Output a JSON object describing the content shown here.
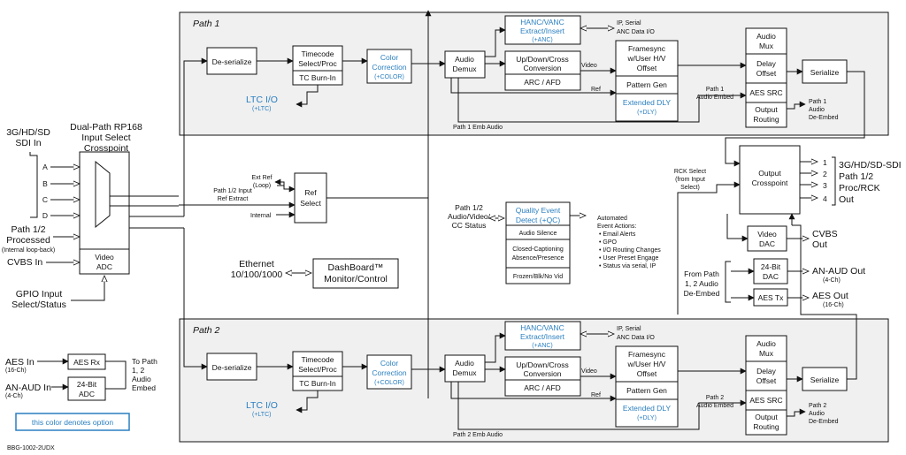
{
  "paths": {
    "path1_title": "Path 1",
    "path2_title": "Path 2",
    "path1_emb_audio": "Path 1 Emb Audio",
    "path2_emb_audio": "Path 2 Emb Audio"
  },
  "blocks": {
    "deserialize": "De-serialize",
    "timecode_l1": "Timecode",
    "timecode_l2": "Select/Proc",
    "tc_burnin": "TC Burn-In",
    "color_l1": "Color",
    "color_l2": "Correction",
    "color_opt": "(+COLOR)",
    "ltc_io": "LTC  I/O",
    "ltc_opt": "(+LTC)",
    "audio_demux_l1": "Audio",
    "audio_demux_l2": "Demux",
    "hanc_l1": "HANC/VANC",
    "hanc_l2": "Extract/Insert",
    "hanc_opt": "(+ANC)",
    "ip_serial_l1": "IP, Serial",
    "ip_serial_l2": "ANC Data I/O",
    "updown_l1": "Up/Down/Cross",
    "updown_l2": "Conversion",
    "arc_afd": "ARC / AFD",
    "video_lbl": "Video",
    "ref_lbl": "Ref",
    "framesync_l1": "Framesync",
    "framesync_l2": "w/User H/V",
    "framesync_l3": "Offset",
    "pattern_gen": "Pattern Gen",
    "ext_dly_l1": "Extended DLY",
    "ext_dly_l2": "(+DLY)",
    "audio_mux_l1": "Audio",
    "audio_mux_l2": "Mux",
    "delay_l1": "Delay",
    "delay_l2": "Offset",
    "aes_src": "AES SRC",
    "output_routing_l1": "Output",
    "output_routing_l2": "Routing",
    "serialize": "Serialize",
    "p1_audio_embed_l1": "Path 1",
    "p1_audio_embed_l2": "Audio Embed",
    "p2_audio_embed_l1": "Path 2",
    "p2_audio_embed_l2": "Audio Embed",
    "p1_deembed_l1": "Path 1",
    "p1_deembed_l2": "Audio",
    "p1_deembed_l3": "De-Embed",
    "p2_deembed_l1": "Path 2",
    "p2_deembed_l2": "Audio",
    "p2_deembed_l3": "De-Embed"
  },
  "input": {
    "sdi_in_l1": "3G/HD/SD",
    "sdi_in_l2": "SDI In",
    "crosspoint_l1": "Dual-Path RP168",
    "crosspoint_l2": "Input Select",
    "crosspoint_l3": "Crosspoint",
    "inputs": [
      "A",
      "B",
      "C",
      "D"
    ],
    "processed_l1": "Path 1/2",
    "processed_l2": "Processed",
    "processed_l3": "(Internal loop-back)",
    "cvbs_in": "CVBS In",
    "video_adc_l1": "Video",
    "video_adc_l2": "ADC",
    "gpio_l1": "GPIO Input",
    "gpio_l2": "Select/Status"
  },
  "ref": {
    "path_input_l1": "Path 1/2 Input",
    "path_input_l2": "Ref Extract",
    "ext_ref_l1": "Ext Ref",
    "ext_ref_l2": "(Loop)",
    "internal": "Internal",
    "ref_select_l1": "Ref",
    "ref_select_l2": "Select"
  },
  "ethernet": {
    "label_l1": "Ethernet",
    "label_l2": "10/100/1000",
    "dashboard_l1": "DashBoard™",
    "dashboard_l2": "Monitor/Control"
  },
  "qc": {
    "status_l1": "Path 1/2",
    "status_l2": "Audio/Video/",
    "status_l3": "CC Status",
    "title_l1": "Quality Event",
    "title_l2": "Detect (+QC)",
    "audio_silence": "Audio Silence",
    "cc_l1": "Closed-Captioning",
    "cc_l2": "Absence/Presence",
    "frozen": "Frozen/Blk/No Vid",
    "actions_l1": "Automated",
    "actions_l2": "Event Actions:",
    "actions": [
      "• Email Alerts",
      "• GPO",
      "• I/O Routing Changes",
      "• User Preset Engage",
      "• Status via serial, IP"
    ]
  },
  "output": {
    "rck_l1": "RCK Select",
    "rck_l2": "(from Input",
    "rck_l3": "Select)",
    "crosspoint_l1": "Output",
    "crosspoint_l2": "Crosspoint",
    "outputs": [
      "1",
      "2",
      "3",
      "4"
    ],
    "sdi_out_l1": "3G/HD/SD-SDI",
    "sdi_out_l2": "Path 1/2",
    "sdi_out_l3": "Proc/RCK",
    "sdi_out_l4": "Out",
    "video_dac_l1": "Video",
    "video_dac_l2": "DAC",
    "cvbs_out_l1": "CVBS",
    "cvbs_out_l2": "Out",
    "from_path_l1": "From Path",
    "from_path_l2": "1, 2 Audio",
    "from_path_l3": "De-Embed",
    "dac_24_l1": "24-Bit",
    "dac_24_l2": "DAC",
    "an_aud_out": "AN-AUD Out",
    "an_aud_out_ch": "(4-Ch)",
    "aes_tx": "AES Tx",
    "aes_out": "AES Out",
    "aes_out_ch": "(16-Ch)"
  },
  "audio_in": {
    "aes_in": "AES In",
    "aes_in_ch": "(16-Ch)",
    "aes_rx": "AES Rx",
    "an_aud_in": "AN-AUD In",
    "an_aud_in_ch": "(4-Ch)",
    "adc_l1": "24-Bit",
    "adc_l2": "ADC",
    "to_path_l1": "To Path",
    "to_path_l2": "1, 2",
    "to_path_l3": "Audio",
    "to_path_l4": "Embed"
  },
  "legend": {
    "option": "this color denotes option"
  },
  "footer": {
    "model": "BBG-1002-2UDX"
  },
  "colors": {
    "option_blue": "#2a7fc0",
    "panel_gray": "#f0f0f0"
  }
}
